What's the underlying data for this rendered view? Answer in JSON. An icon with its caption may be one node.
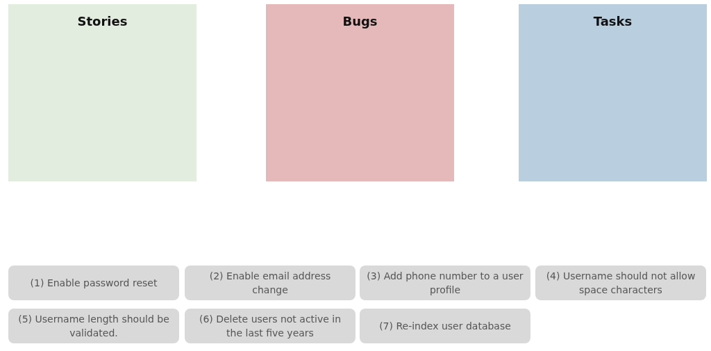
{
  "diagram": {
    "nodes": [
      {
        "text": [
          "Stories"
        ]
      },
      {
        "text": [
          "Bugs"
        ]
      },
      {
        "text": [
          "Tasks"
        ]
      },
      {
        "text": [
          "(1) Enable password reset"
        ]
      },
      {
        "text": [
          "(2) Enable email address change"
        ]
      },
      {
        "text": [
          "(3) Add phone number to a user profile"
        ]
      },
      {
        "text": [
          "(4) Username should not allow space characters"
        ]
      },
      {
        "text": [
          "(5) Username length should be validated."
        ]
      },
      {
        "text": [
          "(6) Delete users not active in the last five years"
        ]
      },
      {
        "text": [
          "(7) Re-index user database"
        ]
      }
    ]
  }
}
